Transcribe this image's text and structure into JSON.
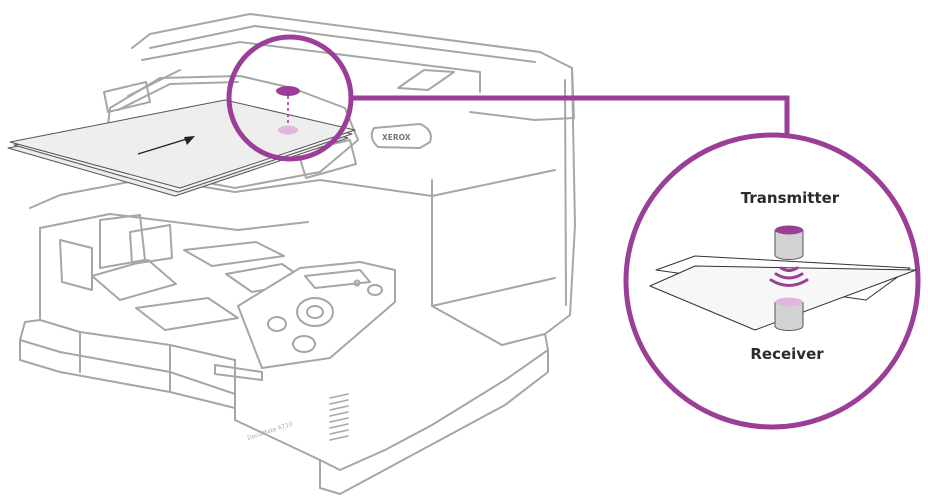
{
  "diagram": {
    "zoom_labels": {
      "transmitter": "Transmitter",
      "receiver": "Receiver"
    },
    "device": {
      "brand_label": "XEROX",
      "model_label": "DocuMate 6710"
    },
    "colors": {
      "accent": "#9b3e97",
      "device_stroke": "#a6a6a6",
      "paper_fill": "#ededed",
      "sensor_gray": "#d2d2d2",
      "sensor_pink": "#e3b6e2"
    }
  }
}
